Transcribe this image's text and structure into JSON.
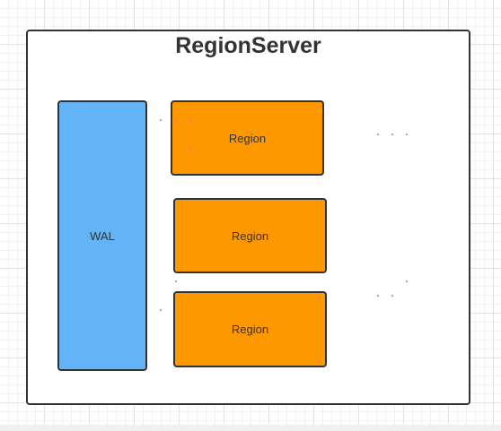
{
  "diagram": {
    "title": "RegionServer",
    "wal": {
      "label": "WAL"
    },
    "regions": [
      {
        "label": "Region"
      },
      {
        "label": "Region"
      },
      {
        "label": "Region"
      }
    ]
  },
  "colors": {
    "wal_fill": "#63b3f7",
    "region_fill": "#fe9800",
    "stroke": "#333333"
  }
}
